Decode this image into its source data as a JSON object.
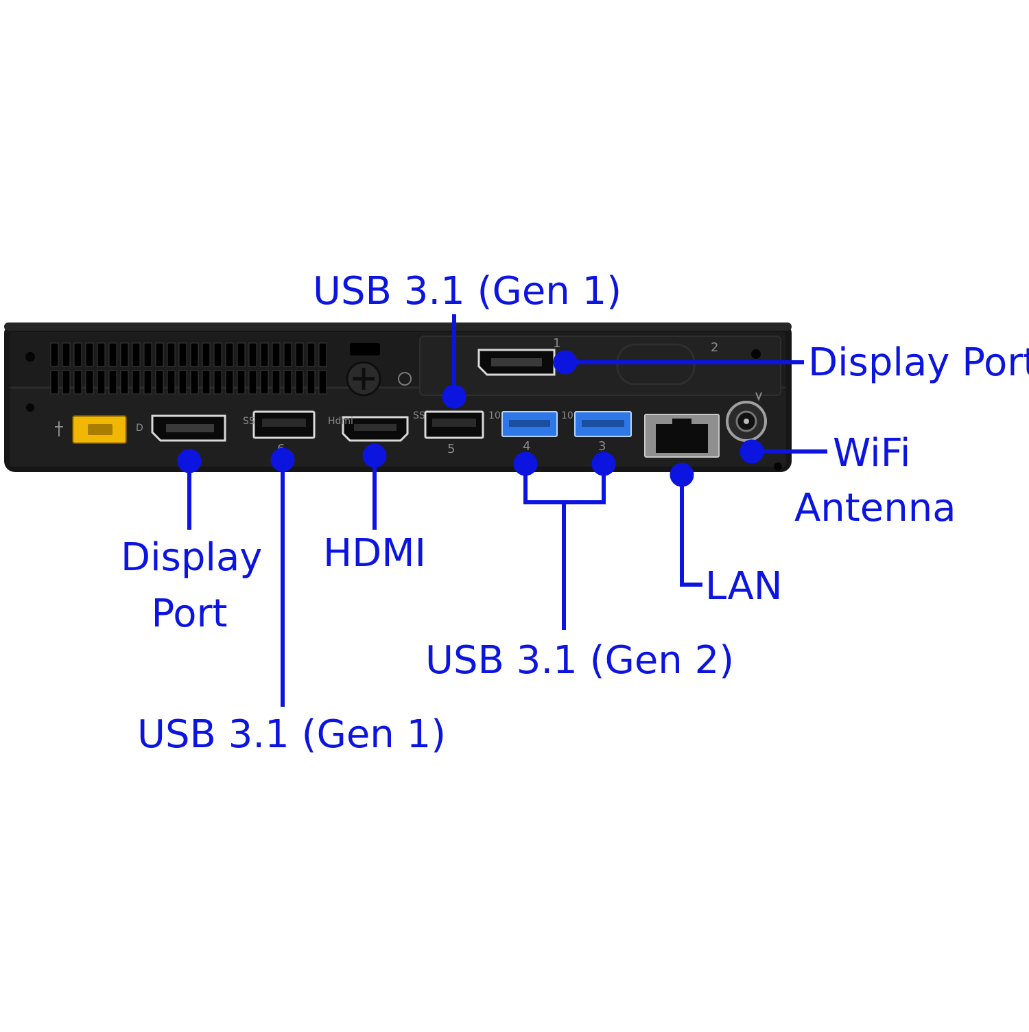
{
  "colors": {
    "annotation": "#0c14e0",
    "chassis": "#161616",
    "usb_gen2_blue": "#2d78e6",
    "power_port_yellow": "#f2b705"
  },
  "labels": {
    "top_usb_gen1": "USB 3.1 (Gen 1)",
    "top_display_port": "Display Port",
    "wifi_line1": "WiFi",
    "wifi_line2": "Antenna",
    "display_port_line1": "Display",
    "display_port_line2": "Port",
    "hdmi": "HDMI",
    "lan": "LAN",
    "usb_gen2": "USB 3.1 (Gen 2)",
    "bottom_usb_gen1": "USB 3.1 (Gen 1)"
  },
  "device": {
    "port_numbers": {
      "dp1": "1",
      "dp2": "2",
      "usb3": "3",
      "usb4": "4",
      "usb5": "5",
      "usb6": "6"
    },
    "markings": {
      "hdmi": "Hdmi",
      "ss": "SS",
      "ten": "10"
    }
  }
}
